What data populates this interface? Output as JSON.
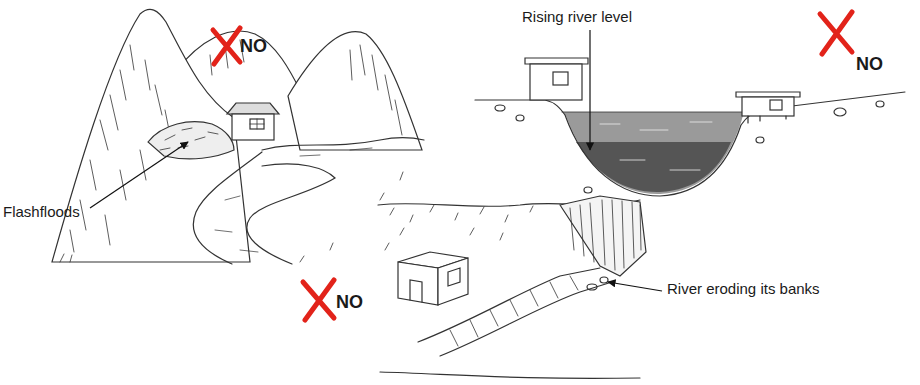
{
  "diagram": {
    "labels": [
      "NO",
      "Flashfloods",
      "Rising river level",
      "NO",
      "NO",
      "River eroding its banks"
    ]
  }
}
